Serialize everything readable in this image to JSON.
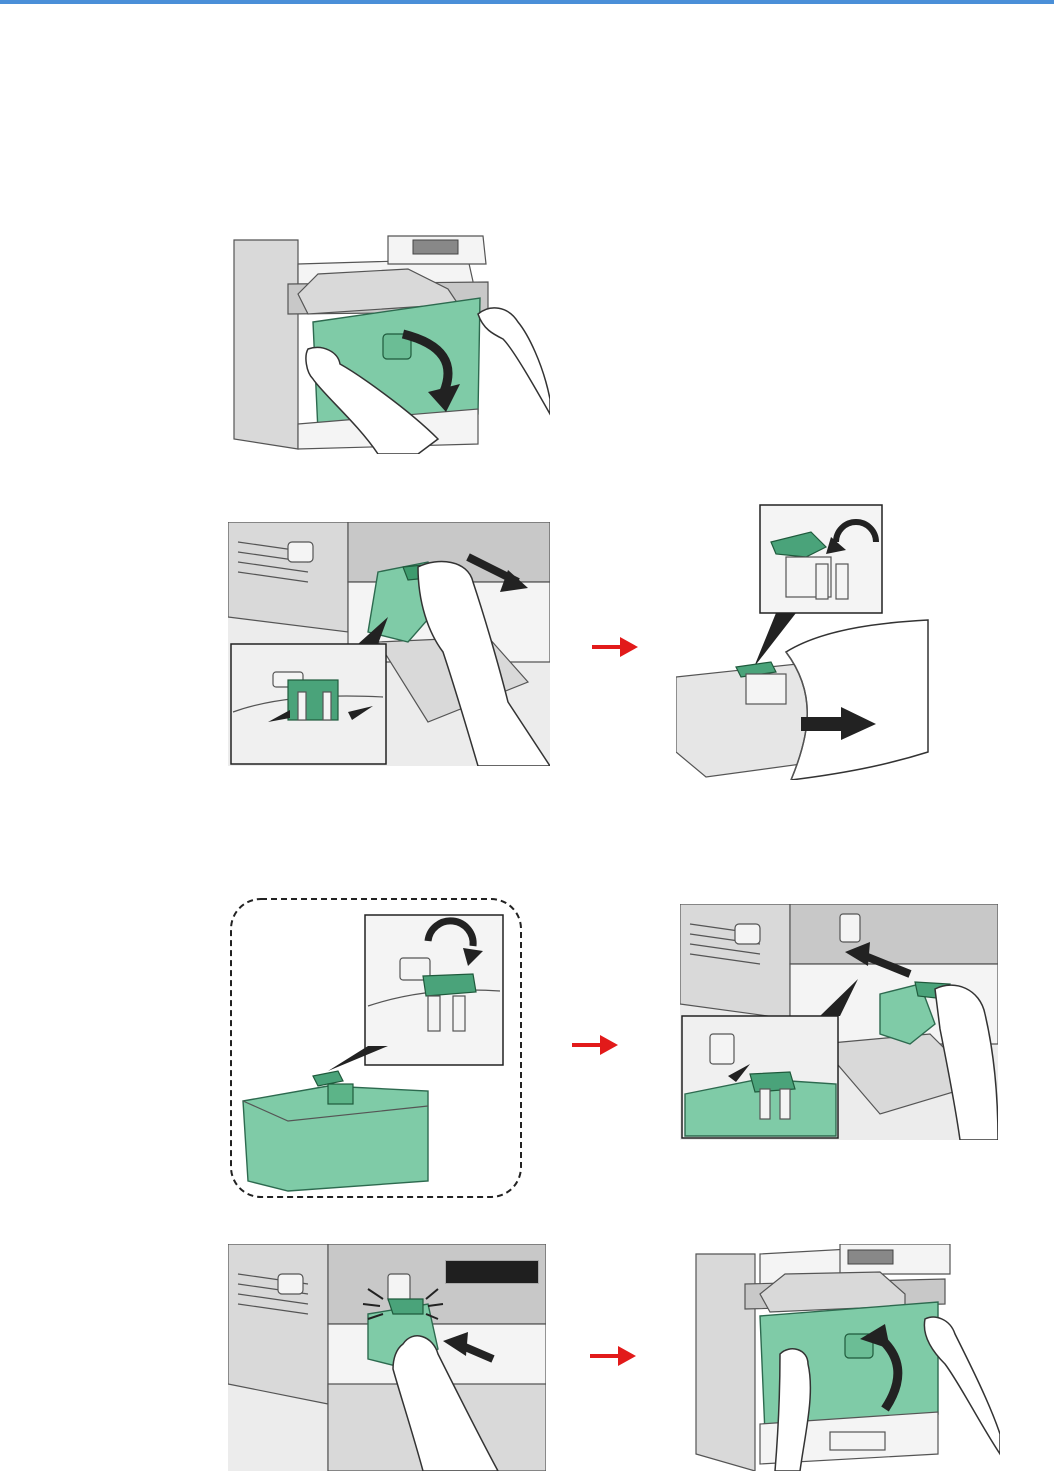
{
  "page": {
    "accent_color": "#4a8fd8",
    "green_color": "#7fcba7",
    "arrow_color": "#e21a1a"
  },
  "figures": [
    {
      "id": "open-front-cover"
    },
    {
      "id": "remove-waste-toner-box"
    },
    {
      "id": "close-cap-waste-toner-box"
    },
    {
      "id": "new-waste-toner-box-cap"
    },
    {
      "id": "insert-waste-toner-box"
    },
    {
      "id": "push-until-click"
    },
    {
      "id": "close-front-cover"
    }
  ],
  "icons": [
    "right-arrow-icon"
  ]
}
